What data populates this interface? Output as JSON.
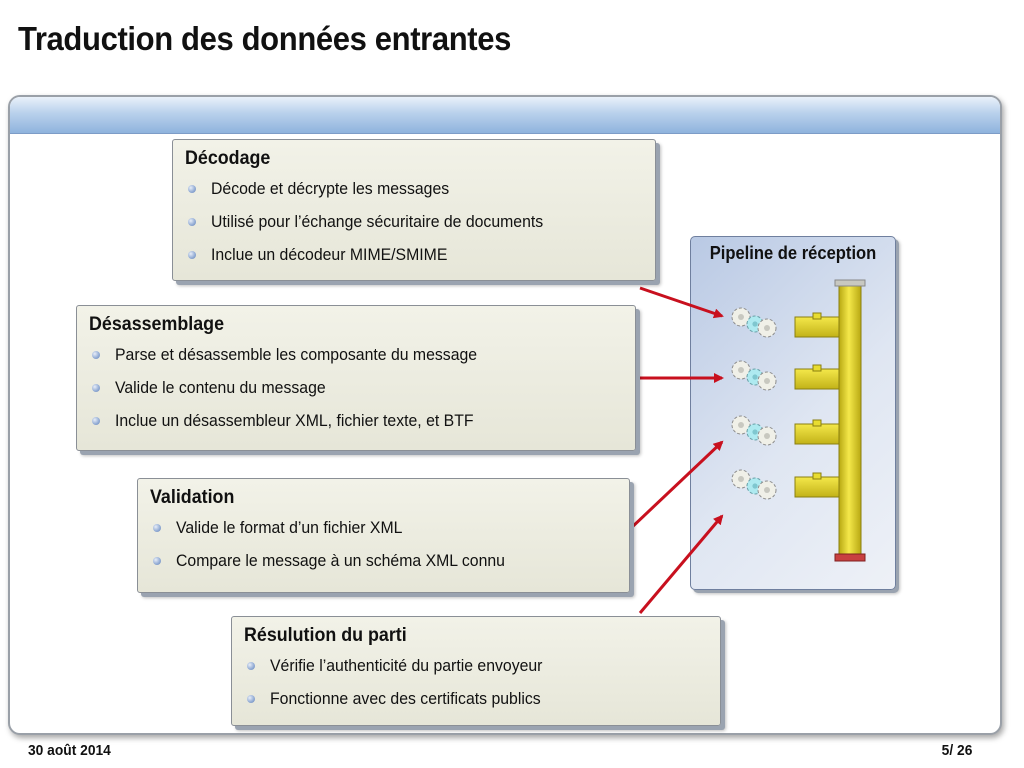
{
  "slide": {
    "title": "Traduction des données entrantes"
  },
  "cards": {
    "decodage": {
      "title": "Décodage",
      "items": [
        "Décode et décrypte les messages",
        "Utilisé pour l’échange sécuritaire de documents",
        "Inclue un décodeur MIME/SMIME"
      ]
    },
    "desassemblage": {
      "title": "Désassemblage",
      "items": [
        "Parse et désassemble les composante du message",
        "Valide le contenu du message",
        "Inclue un désassembleur XML, fichier texte, et BTF"
      ]
    },
    "validation": {
      "title": "Validation",
      "items": [
        "Valide le format d’un fichier XML",
        "Compare le message à un schéma XML connu"
      ]
    },
    "resolution": {
      "title": "Résulution du parti",
      "items": [
        "Vérifie l’authenticité du partie envoyeur",
        "Fonctionne avec des certificats publics"
      ]
    }
  },
  "pipeline": {
    "title": "Pipeline de réception",
    "stages": 4
  },
  "footer": {
    "date": "30 août 2014",
    "page": "5/ 26"
  },
  "colors": {
    "arrow": "#c8101e",
    "pipe": "#e3d21e",
    "gear": "#aeeaf0"
  },
  "icons": [
    "gears-icon",
    "bullet-icon",
    "arrow-icon"
  ]
}
